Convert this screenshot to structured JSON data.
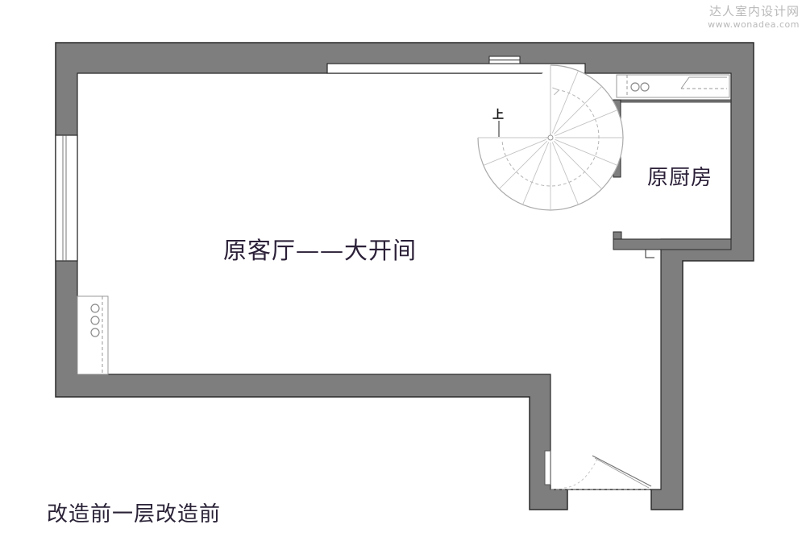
{
  "watermark": {
    "brand": "达人室内设计网",
    "url": "www.wonadea.com"
  },
  "rooms": {
    "living": "原客厅——大开间",
    "kitchen": "原厨房"
  },
  "stair_label": "上",
  "caption": "改造前一层改造前",
  "colors": {
    "wall_fill": "#7e7e7e",
    "wall_stroke": "#2a2a2a",
    "floor": "#ffffff",
    "fixture_line": "#9a9a9a",
    "label_text": "#2b2038"
  }
}
